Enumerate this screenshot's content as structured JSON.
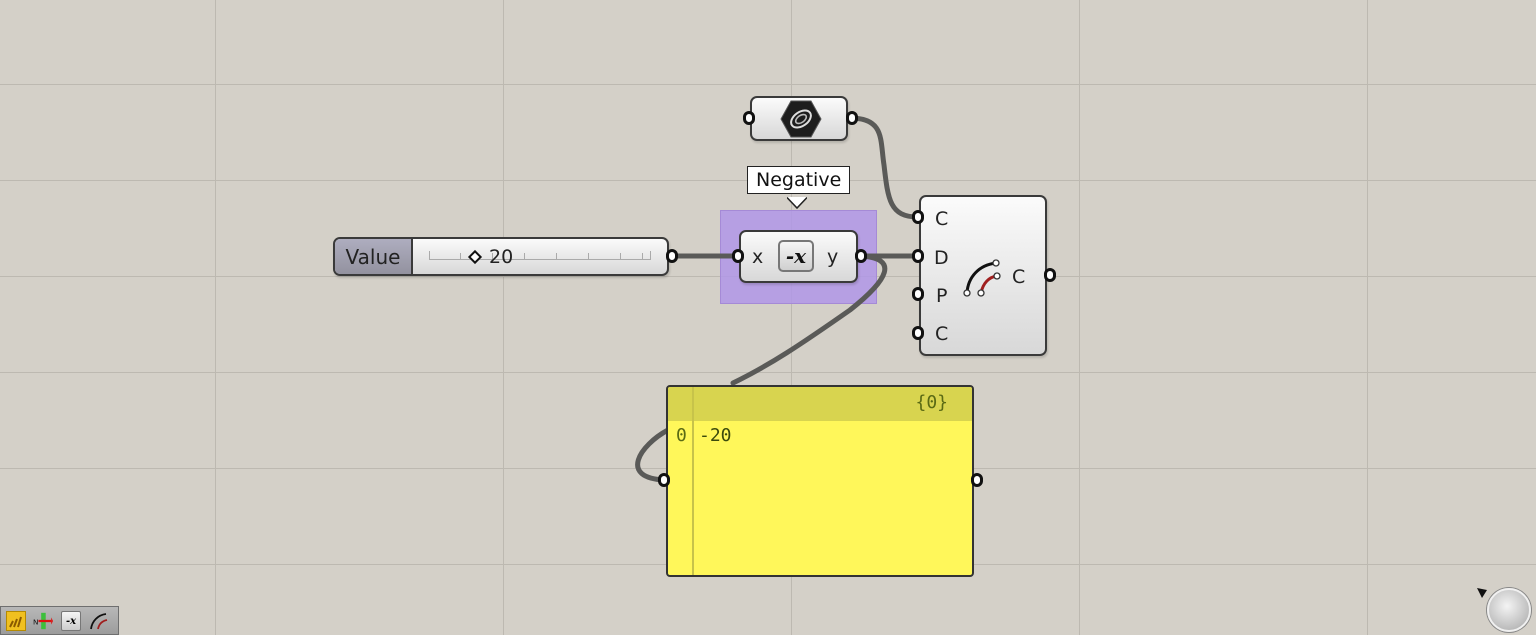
{
  "canvas": {
    "background": "#d4d0c8",
    "grid_color": "#bdb9b1",
    "grid_x": [
      215,
      503,
      791,
      1079,
      1367
    ],
    "grid_y": [
      84,
      180,
      276,
      372,
      468,
      564
    ]
  },
  "components": {
    "curve_param": {
      "icon": "curve-parameter-hexagon-icon"
    },
    "number_slider": {
      "label": "Value",
      "value": "20",
      "knob_icon": "diamond-icon"
    },
    "negative": {
      "tooltip": "Negative",
      "input": "x",
      "output": "y",
      "icon_glyph": "-x",
      "selected": true,
      "selection_color": "#b096e8"
    },
    "offset_curve": {
      "inputs": [
        "C",
        "D",
        "P",
        "C"
      ],
      "output": "C",
      "icon": "offset-curve-icon"
    },
    "panel": {
      "header": "{0}",
      "rows": [
        {
          "index": "0",
          "value": "-20"
        }
      ],
      "color": "#fff75a",
      "header_color": "#d8d44f"
    }
  },
  "toolbar": {
    "buttons": [
      {
        "name": "sketch-widget-icon",
        "active": true
      },
      {
        "name": "wire-display-icon",
        "label": "N"
      },
      {
        "name": "negative-component-icon",
        "label": "-x"
      },
      {
        "name": "offset-curve-tool-icon"
      }
    ]
  },
  "navigation": {
    "widget": "canvas-navigation-ball-icon"
  }
}
